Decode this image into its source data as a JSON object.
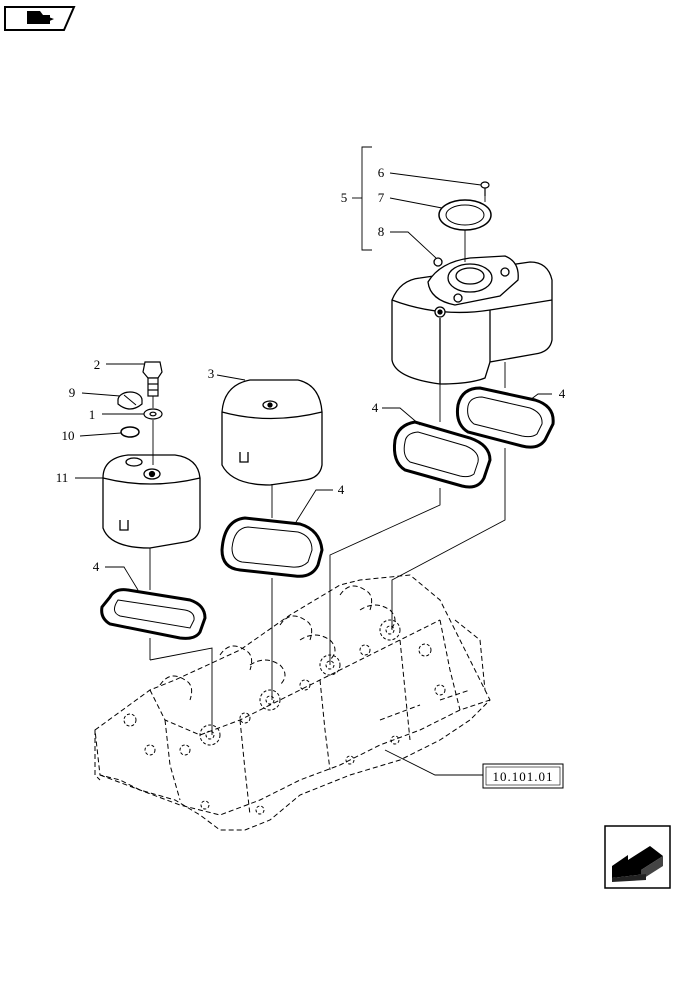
{
  "callouts": {
    "c1": "1",
    "c2": "2",
    "c3": "3",
    "c4a": "4",
    "c4b": "4",
    "c4c": "4",
    "c4d": "4",
    "c5": "5",
    "c6": "6",
    "c7": "7",
    "c8": "8",
    "c9": "9",
    "c10": "10",
    "c11": "11"
  },
  "reference": {
    "label": "10.101.01"
  },
  "icons": {
    "top_nav": "book-arrow-icon",
    "bottom_nav": "next-page-arrow-icon"
  }
}
